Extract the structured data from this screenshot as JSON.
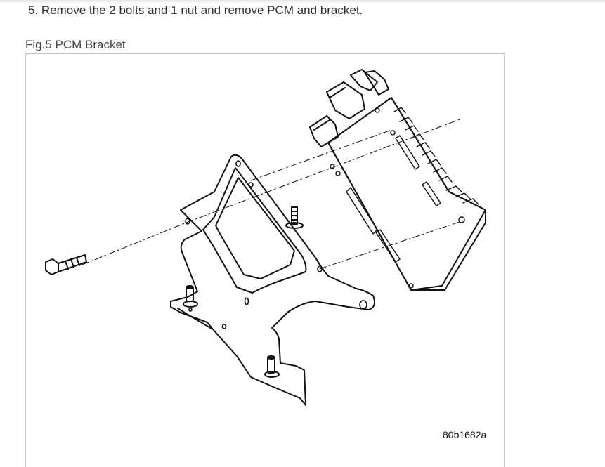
{
  "document": {
    "step_text": "5. Remove the 2 bolts and 1 nut and remove PCM and bracket.",
    "figure_caption": "Fig.5 PCM Bracket",
    "figure_id": "80b1682a"
  }
}
